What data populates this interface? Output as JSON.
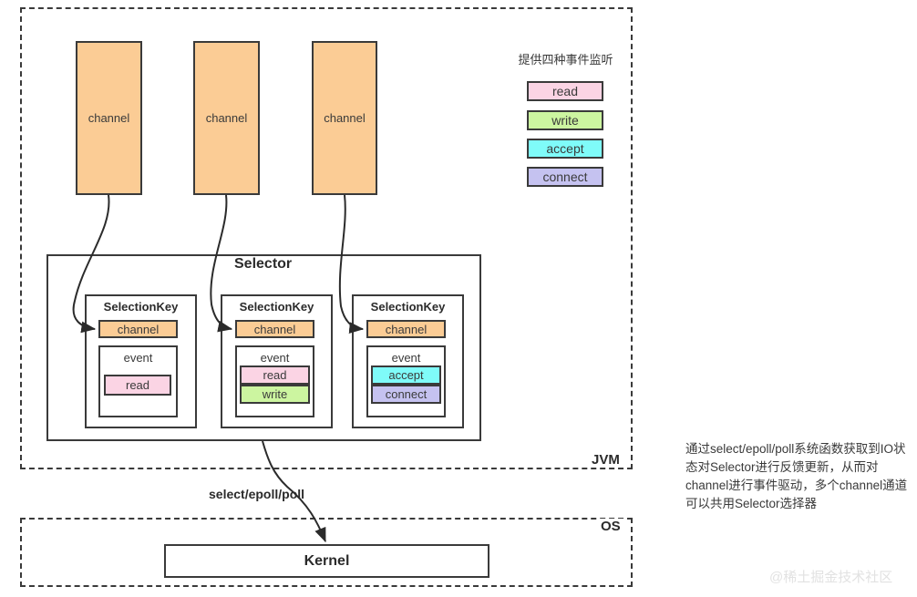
{
  "zones": {
    "jvm": {
      "label": "JVM"
    },
    "os": {
      "label": "OS"
    }
  },
  "channels": [
    {
      "label": "channel"
    },
    {
      "label": "channel"
    },
    {
      "label": "channel"
    }
  ],
  "selector": {
    "title": "Selector",
    "selection_keys": [
      {
        "title": "SelectionKey",
        "channel_label": "channel",
        "event_label": "event",
        "events": [
          {
            "name": "read",
            "color": "#fbd4e4"
          }
        ]
      },
      {
        "title": "SelectionKey",
        "channel_label": "channel",
        "event_label": "event",
        "events": [
          {
            "name": "read",
            "color": "#fbd4e4"
          },
          {
            "name": "write",
            "color": "#ccf5a0"
          }
        ]
      },
      {
        "title": "SelectionKey",
        "channel_label": "channel",
        "event_label": "event",
        "events": [
          {
            "name": "accept",
            "color": "#7ffbf9"
          },
          {
            "name": "connect",
            "color": "#c5c2f0"
          }
        ]
      }
    ]
  },
  "legend": {
    "title": "提供四种事件监听",
    "items": [
      {
        "label": "read",
        "color": "#fbd4e4"
      },
      {
        "label": "write",
        "color": "#ccf5a0"
      },
      {
        "label": "accept",
        "color": "#7ffbf9"
      },
      {
        "label": "connect",
        "color": "#c5c2f0"
      }
    ]
  },
  "syscall_edge": {
    "label": "select/epoll/poll"
  },
  "kernel": {
    "label": "Kernel"
  },
  "side_note": {
    "text": "通过select/epoll/poll系统函数获取到IO状态对Selector进行反馈更新，从而对channel进行事件驱动，多个channel通道可以共用Selector选择器"
  },
  "watermark": {
    "text": "@稀土掘金技术社区"
  },
  "colors": {
    "stroke": "#3a3a3a",
    "channel_fill": "#fbcc95",
    "background": "#ffffff"
  }
}
